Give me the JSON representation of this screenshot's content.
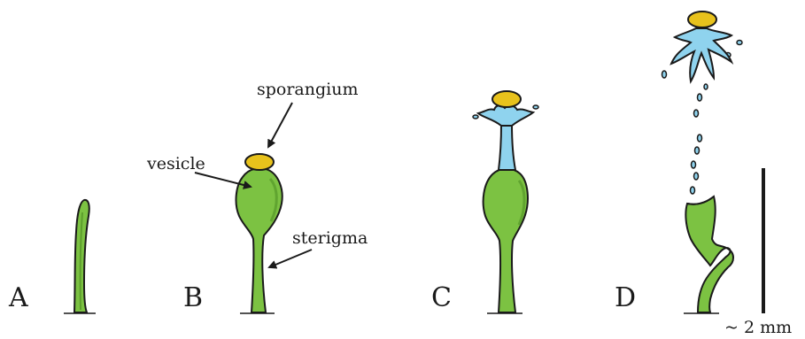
{
  "panels": {
    "a": "A",
    "b": "B",
    "c": "C",
    "d": "D"
  },
  "callouts": {
    "sporangium": "sporangium",
    "vesicle": "vesicle",
    "sterigma": "sterigma"
  },
  "scale_bar": {
    "label": "~ 2 mm"
  },
  "colors": {
    "stalk_green": "#7cc242",
    "stalk_dark": "#4e8f24",
    "sporangium_yellow": "#e8c21c",
    "water_blue": "#8fd3ee",
    "outline": "#1a1a1a"
  }
}
